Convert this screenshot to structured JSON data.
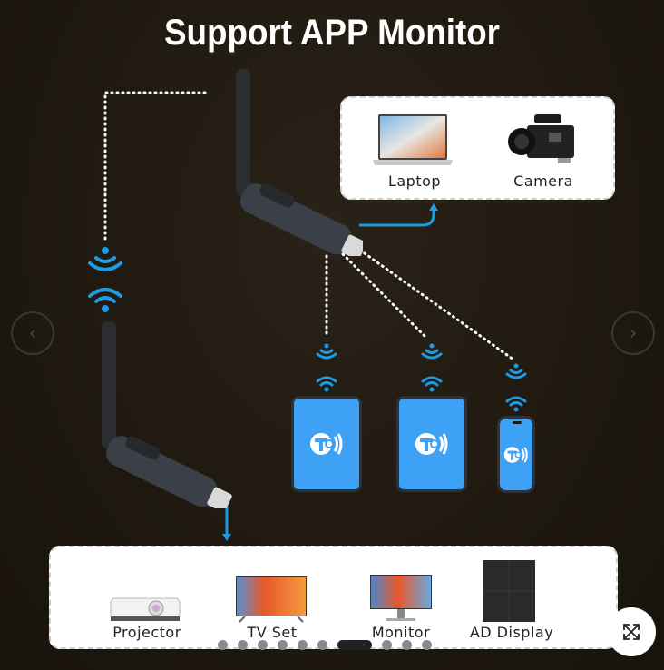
{
  "title": "Support APP Monitor",
  "top_panel": {
    "devices": [
      {
        "label": "Laptop",
        "icon": "laptop-icon"
      },
      {
        "label": "Camera",
        "icon": "camera-icon"
      }
    ]
  },
  "bottom_panel": {
    "devices": [
      {
        "label": "Projector",
        "icon": "projector-icon"
      },
      {
        "label": "TV Set",
        "icon": "tv-icon"
      },
      {
        "label": "Monitor",
        "icon": "monitor-icon"
      },
      {
        "label": "AD Display",
        "icon": "ad-display-icon"
      }
    ]
  },
  "app_devices": [
    {
      "type": "tablet",
      "app_icon": "T-cast"
    },
    {
      "type": "tablet",
      "app_icon": "T-cast"
    },
    {
      "type": "phone",
      "app_icon": "T-cast"
    }
  ],
  "carousel": {
    "total_slides": 10,
    "active_index": 6,
    "prev_label": "‹",
    "next_label": "›"
  },
  "colors": {
    "accent_blue": "#1e9be6",
    "screen_blue": "#3da1f5",
    "background": "#1f1910"
  }
}
